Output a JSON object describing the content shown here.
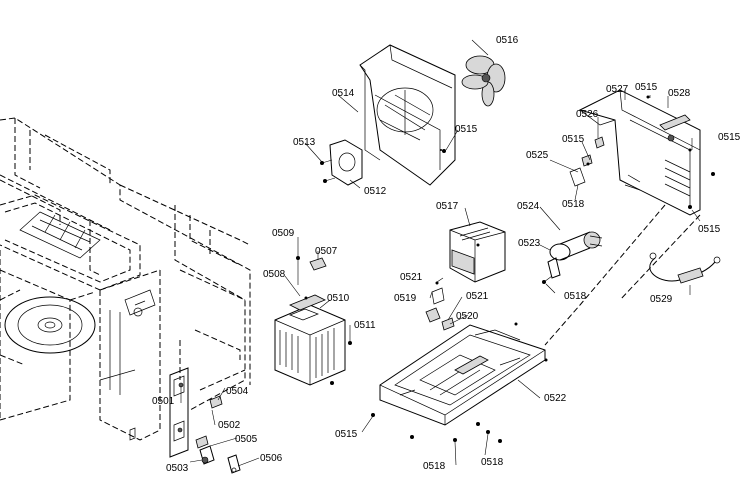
{
  "labels": {
    "p0501": "0501",
    "p0502": "0502",
    "p0503": "0503",
    "p0504": "0504",
    "p0505": "0505",
    "p0506": "0506",
    "p0507": "0507",
    "p0508": "0508",
    "p0509": "0509",
    "p0510": "0510",
    "p0511": "0511",
    "p0512": "0512",
    "p0513": "0513",
    "p0514": "0514",
    "p0515": "0515",
    "p0516": "0516",
    "p0517": "0517",
    "p0518": "0518",
    "p0519": "0519",
    "p0520": "0520",
    "p0521": "0521",
    "p0522": "0522",
    "p0523": "0523",
    "p0524": "0524",
    "p0525": "0525",
    "p0526": "0526",
    "p0527": "0527",
    "p0528": "0528",
    "p0529": "0529"
  }
}
